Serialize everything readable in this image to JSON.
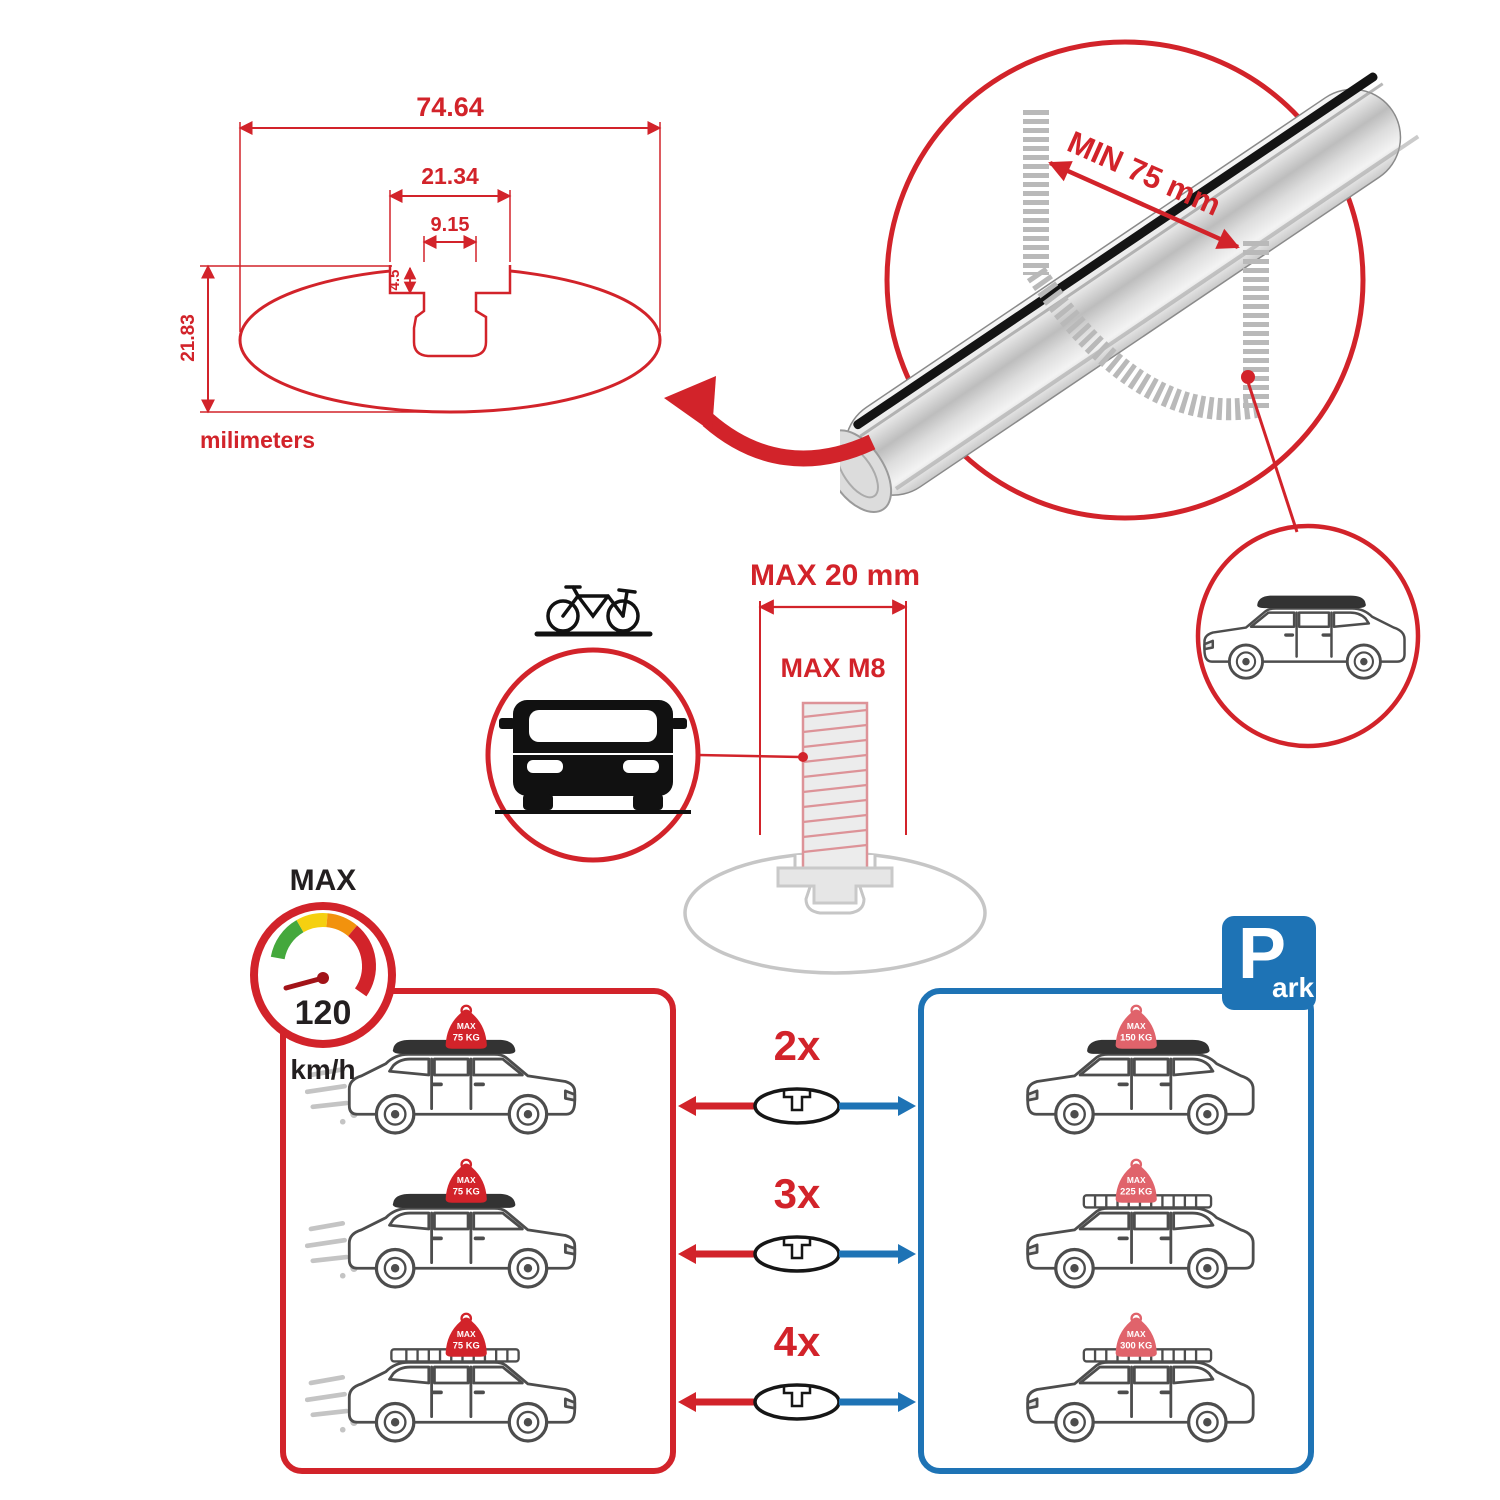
{
  "colors": {
    "accent_red": "#d2232a",
    "park_blue": "#1e73b5",
    "ink": "#231f20"
  },
  "cross_section": {
    "total_width": "74.64",
    "slot_outer_width": "21.34",
    "slot_inner_width": "9.15",
    "slot_step_depth": "4.5",
    "total_height": "21.83",
    "units_label": "milimeters"
  },
  "bar_detail": {
    "min_span_label": "MIN 75 mm"
  },
  "bolt_detail": {
    "max_width_label": "MAX 20 mm",
    "max_thread_label": "MAX M8"
  },
  "speed_limit": {
    "label": "MAX",
    "value": "120",
    "unit": "km/h"
  },
  "park_sign": {
    "initial": "P",
    "suffix": "ark"
  },
  "capacity": {
    "cone_label": "MAX",
    "rows": [
      {
        "driving_load": "75 KG",
        "multiplier": "2x",
        "parked_load": "150 KG"
      },
      {
        "driving_load": "75 KG",
        "multiplier": "3x",
        "parked_load": "225 KG"
      },
      {
        "driving_load": "75 KG",
        "multiplier": "4x",
        "parked_load": "300 KG"
      }
    ]
  }
}
